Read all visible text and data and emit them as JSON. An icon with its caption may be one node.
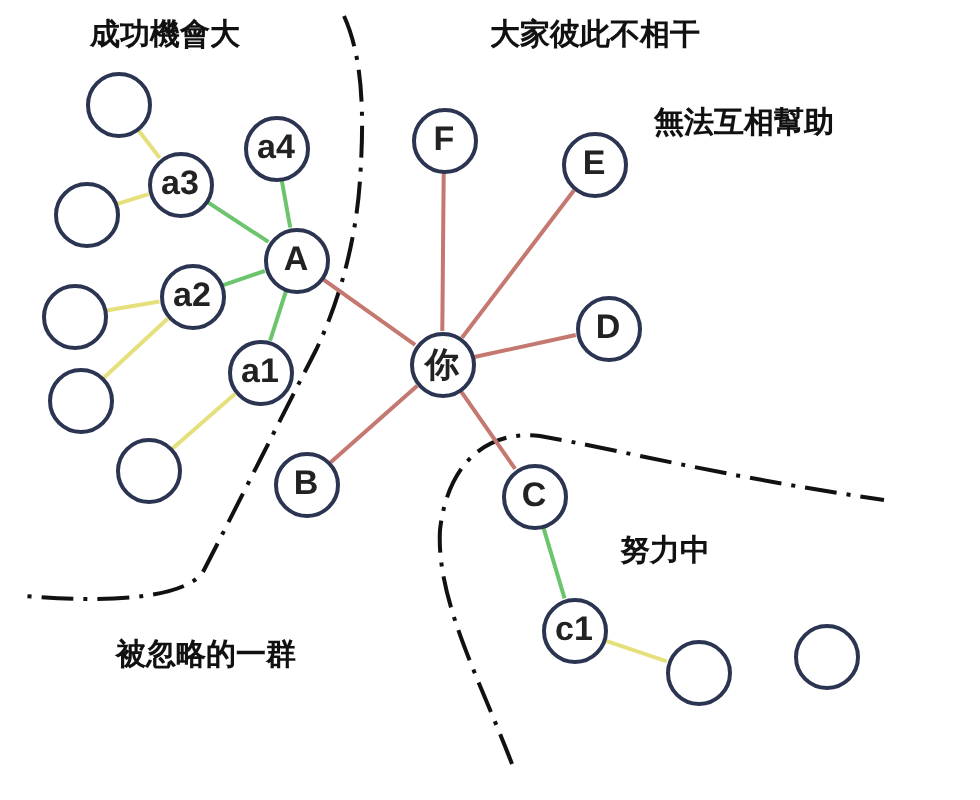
{
  "diagram": {
    "nodes": [
      {
        "text": [
          "a4"
        ]
      },
      {
        "text": [
          "F"
        ]
      },
      {
        "text": [
          "E"
        ]
      },
      {
        "text": [
          "a3"
        ]
      },
      {
        "text": [
          "A"
        ]
      },
      {
        "text": [
          "a2"
        ]
      },
      {
        "text": [
          "D"
        ]
      },
      {
        "text": [
          "你"
        ]
      },
      {
        "text": [
          "a1"
        ]
      },
      {
        "text": [
          "B"
        ]
      },
      {
        "text": [
          "C"
        ]
      },
      {
        "text": [
          "c1"
        ]
      },
      {
        "text": [],
        "shape": "circle"
      },
      {
        "text": [],
        "shape": "circle"
      },
      {
        "text": [],
        "shape": "circle"
      },
      {
        "text": [],
        "shape": "circle"
      },
      {
        "text": [],
        "shape": "circle"
      },
      {
        "text": [],
        "shape": "circle"
      },
      {
        "text": [],
        "shape": "circle"
      }
    ],
    "edges": [
      {
        "from": 7,
        "to": 4,
        "arrow": "none",
        "color": "#c4786f"
      },
      {
        "from": 7,
        "to": 1,
        "arrow": "none",
        "color": "#c4786f"
      },
      {
        "from": 7,
        "to": 2,
        "arrow": "none",
        "color": "#c4786f"
      },
      {
        "from": 7,
        "to": 6,
        "arrow": "none",
        "color": "#c4786f"
      },
      {
        "from": 7,
        "to": 9,
        "arrow": "none",
        "color": "#c4786f"
      },
      {
        "from": 7,
        "to": 10,
        "arrow": "none",
        "color": "#c4786f"
      },
      {
        "from": 4,
        "to": 0,
        "arrow": "none",
        "color": "#6cc46c"
      },
      {
        "from": 4,
        "to": 3,
        "arrow": "none",
        "color": "#6cc46c"
      },
      {
        "from": 4,
        "to": 5,
        "arrow": "none",
        "color": "#6cc46c"
      },
      {
        "from": 4,
        "to": 8,
        "arrow": "none",
        "color": "#6cc46c"
      },
      {
        "from": 10,
        "to": 11,
        "arrow": "none",
        "color": "#6cc46c"
      },
      {
        "from": 3,
        "to": 12,
        "arrow": "none",
        "color": "#e6e07c"
      },
      {
        "from": 3,
        "to": 13,
        "arrow": "none",
        "color": "#e6e07c"
      },
      {
        "from": 5,
        "to": 14,
        "arrow": "none",
        "color": "#e6e07c"
      },
      {
        "from": 5,
        "to": 15,
        "arrow": "none",
        "color": "#e6e07c"
      },
      {
        "from": 8,
        "to": 16,
        "arrow": "none",
        "color": "#e6e07c"
      },
      {
        "from": 11,
        "to": 17,
        "arrow": "none",
        "color": "#e6e07c"
      }
    ],
    "labels": [
      "成功機會大",
      "大家彼此不相干",
      "無法互相幫助",
      "努力中",
      "被忽略的一群"
    ]
  }
}
